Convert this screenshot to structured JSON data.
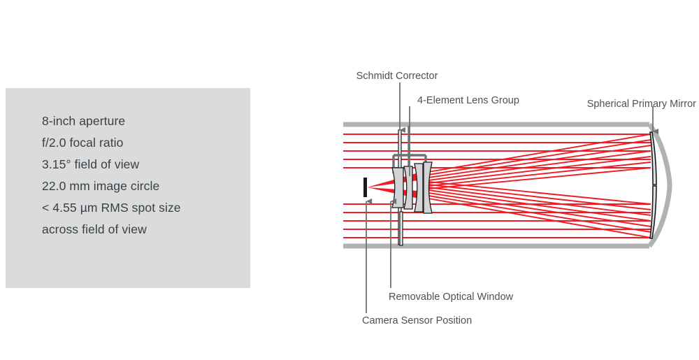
{
  "specs": {
    "items": [
      {
        "text": "8-inch aperture"
      },
      {
        "text": "f/2.0 focal ratio"
      },
      {
        "text": "3.15° field of view"
      },
      {
        "text": "22.0 mm image circle"
      },
      {
        "text": "< 4.55 µm RMS spot size\n   across field of view"
      }
    ]
  },
  "diagram": {
    "labels": {
      "schmidt_corrector": "Schmidt Corrector",
      "lens_group": "4-Element Lens Group",
      "primary_mirror": "Spherical Primary Mirror",
      "optical_window": "Removable Optical Window",
      "camera_sensor": "Camera Sensor Position"
    }
  },
  "colors": {
    "panel_background": "#d9dbdc",
    "spec_text": "#3c4043",
    "label_text": "#4d5155",
    "ray": "#ee1c25",
    "tube": "#b0b3b5",
    "optic_outline": "#1a1a1a",
    "optic_fill": "#d2d4d5",
    "leader_line": "#6e7275",
    "page_background": "#ffffff"
  }
}
